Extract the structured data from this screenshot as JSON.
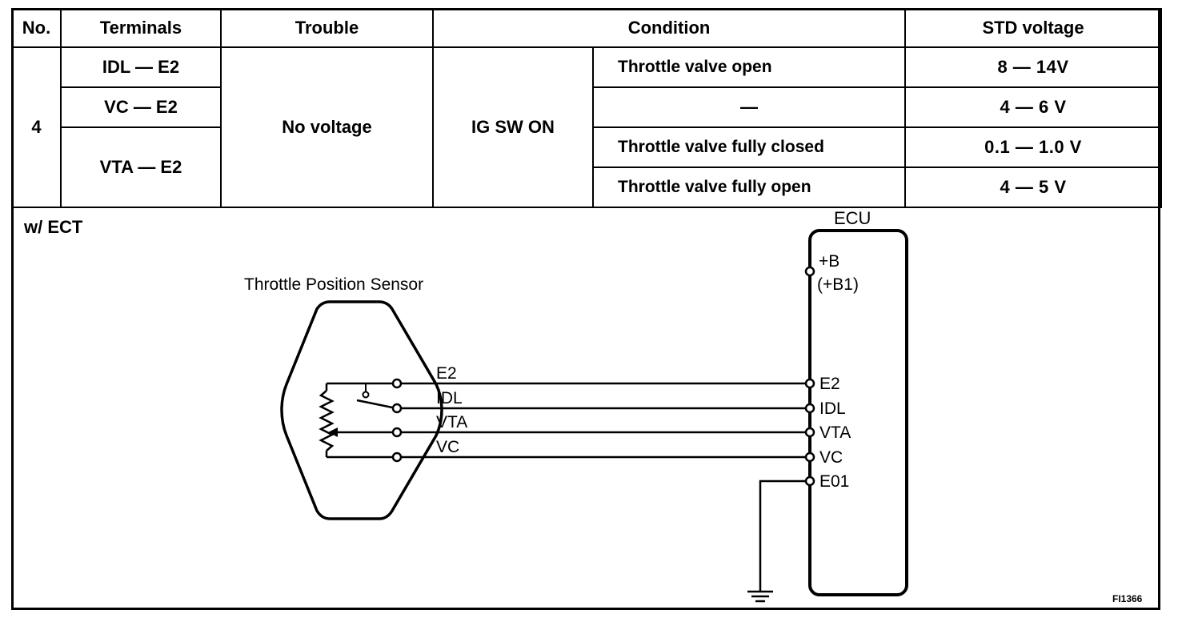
{
  "table": {
    "headers": {
      "no": "No.",
      "terminals": "Terminals",
      "trouble": "Trouble",
      "condition": "Condition",
      "std_voltage": "STD voltage"
    },
    "no": "4",
    "trouble": "No voltage",
    "ig_sw": "IG SW ON",
    "terminals": [
      "IDL — E2",
      "VC — E2",
      "VTA — E2"
    ],
    "rows": [
      {
        "condition": "Throttle valve open",
        "voltage": "8 — 14V"
      },
      {
        "condition": "—",
        "voltage": "4 — 6 V"
      },
      {
        "condition": "Throttle valve fully closed",
        "voltage": "0.1 — 1.0 V"
      },
      {
        "condition": "Throttle valve fully open",
        "voltage": "4 — 5 V"
      }
    ]
  },
  "diagram": {
    "section_label": "w/ ECT",
    "sensor_label": "Throttle Position Sensor",
    "ecu_label": "ECU",
    "ecu_power_terminal": "+B",
    "ecu_power_terminal_alt": "(+B1)",
    "sensor_terminals": [
      "E2",
      "IDL",
      "VTA",
      "VC"
    ],
    "ecu_terminals": [
      "E2",
      "IDL",
      "VTA",
      "VC",
      "E01"
    ],
    "figure_code": "FI1366"
  }
}
